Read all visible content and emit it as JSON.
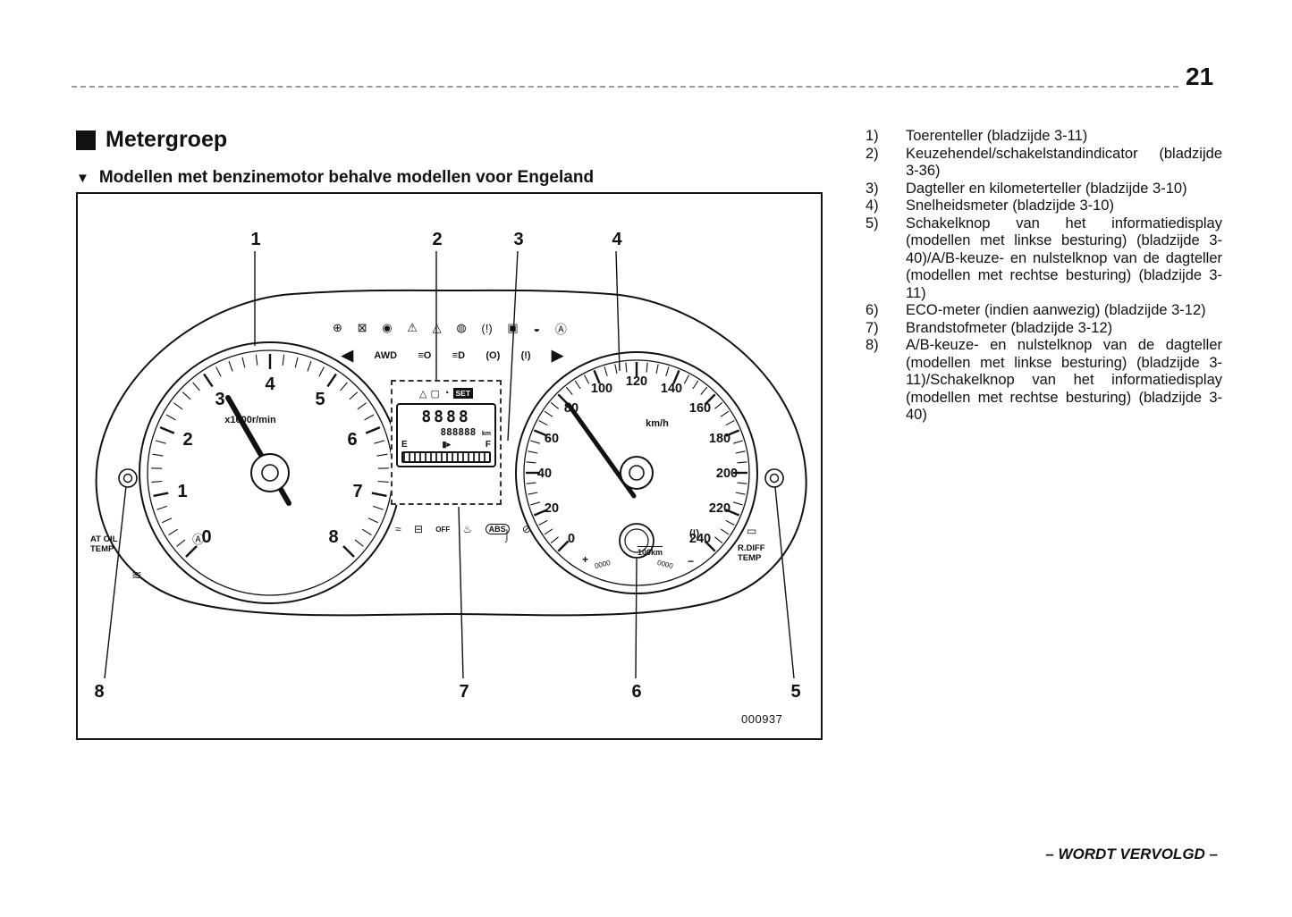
{
  "page": {
    "number": "21",
    "continuation": "– WORDT VERVOLGD –"
  },
  "headings": {
    "section": "Metergroep",
    "subsection": "Modellen met benzinemotor behalve modellen voor Engeland"
  },
  "callouts": {
    "top": [
      "1",
      "2",
      "3",
      "4"
    ],
    "bottom": [
      "8",
      "7",
      "6",
      "5"
    ]
  },
  "figure": {
    "code": "000937",
    "tachometer": {
      "scale": [
        "0",
        "1",
        "2",
        "3",
        "4",
        "5",
        "6",
        "7",
        "8"
      ],
      "unit": "x1000r/min",
      "a_badge": "Ⓐ",
      "at_oil_temp": "AT OIL\nTEMP",
      "coolant_glyph": "≋"
    },
    "speedometer": {
      "scale": [
        "0",
        "20",
        "40",
        "60",
        "80",
        "100",
        "120",
        "140",
        "160",
        "180",
        "200",
        "220",
        "240"
      ],
      "unit": "km/h",
      "tire_pressure_glyph": "(!)",
      "car_glyph": "▭",
      "r_diff_temp": "R.DIFF\nTEMP"
    },
    "eco": {
      "plus": "+",
      "dots_left": "0000",
      "label": "100km",
      "dots_right": "0000",
      "minus": "−"
    },
    "probe_glyph": "⌡",
    "lcd": {
      "warning_glyph": "△",
      "vehicle_glyph": "▢",
      "clock_glyph": "◔",
      "set": "SET",
      "gear": "8888",
      "odometer": "888888",
      "odo_unit": "km",
      "fuel_empty": "E",
      "fuel_pump_glyph": "▮▸",
      "fuel_full": "F"
    },
    "indicators": {
      "row1": [
        {
          "name": "cruise-control-icon",
          "glyph": "⊕"
        },
        {
          "name": "security-icon",
          "glyph": "⊠"
        },
        {
          "name": "glow-plug-icon",
          "glyph": "◉"
        },
        {
          "name": "master-warning-icon",
          "glyph": "⚠"
        },
        {
          "name": "hazard-icon",
          "glyph": "△"
        },
        {
          "name": "brake-warning-icon",
          "glyph": "◍"
        },
        {
          "name": "warning-circle-icon",
          "glyph": "(!)"
        },
        {
          "name": "seatbelt-icon",
          "glyph": "▣"
        },
        {
          "name": "doors-icon",
          "glyph": "◒"
        },
        {
          "name": "auto-stop-icon",
          "glyph": "Ⓐ"
        }
      ],
      "row2": [
        {
          "name": "turn-left-indicator-icon",
          "glyph": "◀"
        },
        {
          "name": "awd-indicator",
          "glyph": "AWD"
        },
        {
          "name": "tail-lamp-icon",
          "glyph": "≡O"
        },
        {
          "name": "headlamp-icon",
          "glyph": "≡D"
        },
        {
          "name": "parking-brake-icon",
          "glyph": "(O)"
        },
        {
          "name": "brake-fluid-icon",
          "glyph": "(!)"
        },
        {
          "name": "turn-right-indicator-icon",
          "glyph": "▶"
        }
      ],
      "row3": [
        {
          "name": "tpms-icon",
          "glyph": "≈"
        },
        {
          "name": "battery-icon",
          "glyph": "⊟"
        },
        {
          "name": "airbag-off-indicator",
          "glyph": "OFF"
        },
        {
          "name": "oil-pressure-icon",
          "glyph": "♨"
        },
        {
          "name": "abs-icon",
          "glyph": "ABS"
        },
        {
          "name": "immobilizer-icon",
          "glyph": "⊘"
        }
      ]
    }
  },
  "legend": {
    "items": [
      {
        "num": "1)",
        "text": "Toerenteller (bladzijde 3-11)"
      },
      {
        "num": "2)",
        "text": "Keuzehendel/schakelstandindicator (bladzijde 3-36)"
      },
      {
        "num": "3)",
        "text": "Dagteller en kilometerteller (bladzijde 3-10)"
      },
      {
        "num": "4)",
        "text": "Snelheidsmeter (bladzijde 3-10)"
      },
      {
        "num": "5)",
        "text": "Schakelknop van het informatiedisplay (modellen met linkse besturing) (bladzijde 3-40)/A/B-keuze- en nulstelknop van de dagteller (modellen met rechtse besturing) (bladzijde 3-11)"
      },
      {
        "num": "6)",
        "text": "ECO-meter (indien aanwezig) (bladzijde 3-12)"
      },
      {
        "num": "7)",
        "text": "Brandstofmeter (bladzijde 3-12)"
      },
      {
        "num": "8)",
        "text": "A/B-keuze- en nulstelknop van de dagteller (modellen met linkse besturing) (bladzijde 3-11)/Schakelknop van het informatiedisplay (modellen met rechtse besturing) (bladzijde 3-40)"
      }
    ]
  }
}
